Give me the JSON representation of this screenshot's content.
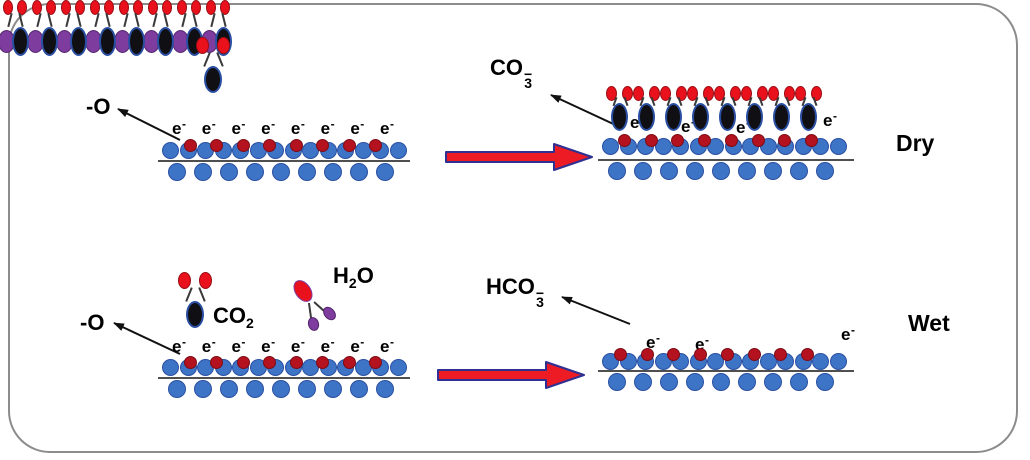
{
  "title_labels": {
    "dry": "Dry",
    "wet": "Wet"
  },
  "formulas": {
    "released_oxygen": "-O",
    "electron": {
      "base": "e",
      "sup": "-"
    },
    "co2": {
      "base": "CO",
      "sub": "2"
    },
    "h2o": {
      "pre": "H",
      "sub": "2",
      "post": "O"
    },
    "co3": {
      "base": "CO",
      "sub": "3",
      "sup": "−"
    },
    "hco3": {
      "base": "HCO",
      "sub": "3",
      "sup": "−"
    }
  },
  "counts": {
    "dry_before_electrons": 8,
    "wet_before_electrons": 8,
    "dry_after_electrons": 4,
    "wet_after_hidden_electrons": 2,
    "dry_after_adsorbed_co2": 8,
    "wet_after_adsorbate_pairs": 8,
    "surface_top_atoms": 14,
    "surface_bottom_atoms": 9,
    "surface_o_sites": 8
  },
  "colors": {
    "blue_atom": "#3d74c6",
    "blue_border": "#2a4fa2",
    "red_atom": "#e8111c",
    "red_border": "#9c0d14",
    "site_red": "#b5121f",
    "site_border": "#7c0c16",
    "black_atom": "#101014",
    "black_border": "#2a4fa2",
    "purple_atom": "#7d3c9e",
    "purple_border": "#54266e",
    "arrow_red": "#ed1c24",
    "arrow_border": "#2e3192",
    "bond": "#3a3a3a",
    "line": "#4f4f4f",
    "frame": "#8c8c8c"
  }
}
